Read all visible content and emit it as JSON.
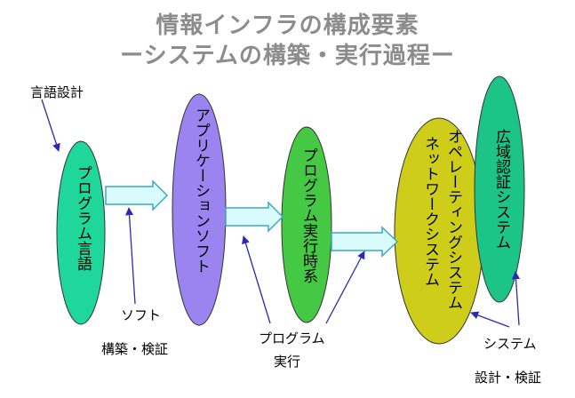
{
  "title": {
    "line1": "情報インフラの構成要素",
    "line2": "ーシステムの構築・実行過程ー"
  },
  "colors": {
    "lang_fill": "#1fd79a",
    "app_fill": "#9b84f0",
    "exec_fill": "#45c945",
    "os_fill": "#cece1a",
    "auth_fill": "#1cc487",
    "arrow_fill": "#d9fbfc",
    "arrow_stroke": "#3aa9c4",
    "pointer": "#2a2ab4"
  },
  "nodes": {
    "lang": "プログラム言語",
    "app": "アプリケーションソフト",
    "exec": "プログラム実行時系",
    "os1": "オペレーティングシステム",
    "os2": "ネットワークシステム",
    "auth": "広域認証システム"
  },
  "labels": {
    "lang_design": "言語設計",
    "soft": "ソフト",
    "build_verify": "構築・検証",
    "program": "プログラム",
    "execute": "実行",
    "system": "システム",
    "design_verify": "設計・検証"
  }
}
